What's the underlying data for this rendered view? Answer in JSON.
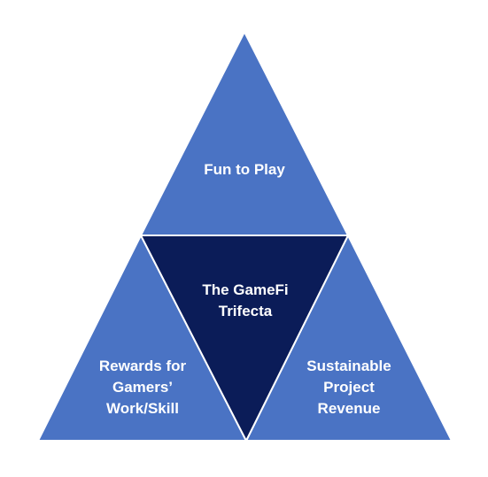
{
  "colors": {
    "outer_triangle": "#4a73c4",
    "center_triangle": "#0b1c58",
    "outline": "#ffffff",
    "text": "#ffffff",
    "background": "#ffffff"
  },
  "segments": {
    "top": {
      "lines": [
        "Fun to Play"
      ]
    },
    "center": {
      "lines": [
        "The GameFi",
        "Trifecta"
      ]
    },
    "bottom_left": {
      "lines": [
        "Rewards for",
        "Gamers’",
        "Work/Skill"
      ]
    },
    "bottom_right": {
      "lines": [
        "Sustainable",
        "Project",
        "Revenue"
      ]
    }
  }
}
